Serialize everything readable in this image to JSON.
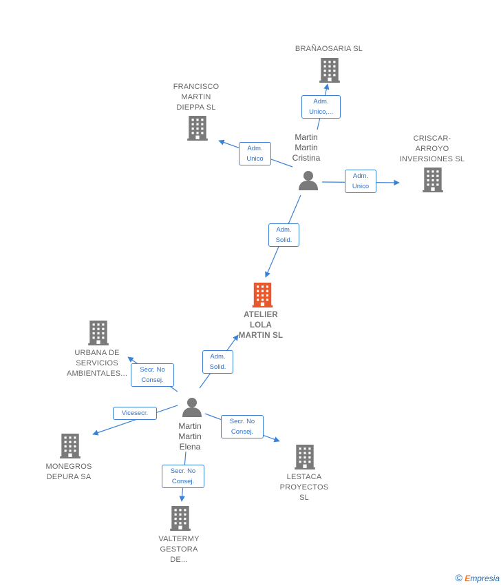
{
  "colors": {
    "edge": "#3b82d6",
    "company": "#7a7a7a",
    "focus_company": "#e8582c",
    "person": "#7a7a7a"
  },
  "focus": {
    "label": "ATELIER\nLOLA\nMARTIN  SL"
  },
  "companies": {
    "branaosaria": "BRAÑAOSARIA SL",
    "francisco": "FRANCISCO\nMARTIN\nDIEPPA SL",
    "criscar": "CRISCAR-\nARROYO\nINVERSIONES SL",
    "urbana": "URBANA DE\nSERVICIOS\nAMBIENTALES...",
    "monegros": "MONEGROS\nDEPURA SA",
    "lestaca": "LESTACA\nPROYECTOS\nSL",
    "valtermy": "VALTERMY\nGESTORA\nDE..."
  },
  "persons": {
    "cristina": "Martin\nMartin\nCristina",
    "elena": "Martin\nMartin\nElena"
  },
  "edges": {
    "cristina_branaosaria": "Adm.\nUnico,...",
    "cristina_francisco": "Adm.\nUnico",
    "cristina_criscar": "Adm.\nUnico",
    "cristina_atelier": "Adm.\nSolid.",
    "elena_atelier": "Adm.\nSolid.",
    "elena_urbana": "Secr.  No\nConsej.",
    "elena_monegros": "Vicesecr.",
    "elena_lestaca": "Secr.  No\nConsej.",
    "elena_valtermy": "Secr.  No\nConsej."
  },
  "footer": {
    "copyright": "©",
    "brand_first": "E",
    "brand_rest": "mpresia"
  }
}
